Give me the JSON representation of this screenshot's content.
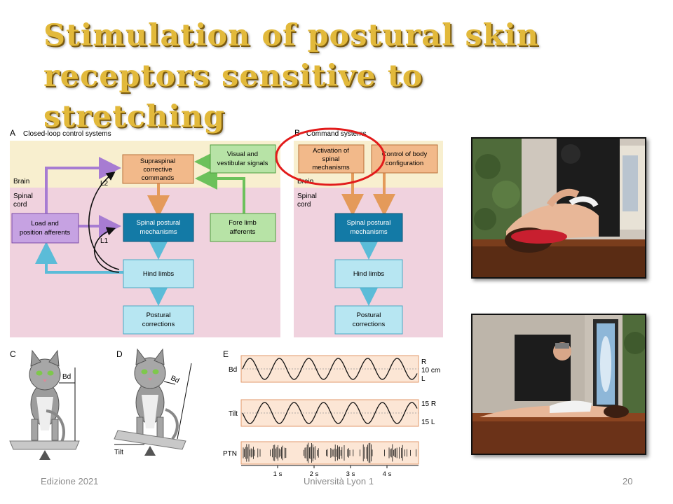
{
  "slide": {
    "title_line1": "Stimulation of postural skin",
    "title_line2": "receptors sensitive to stretching"
  },
  "panel_a": {
    "letter": "A",
    "heading": "Closed-loop control systems",
    "brain_label": "Brain",
    "spinal_label_1": "Spinal",
    "spinal_label_2": "cord",
    "supraspinal": [
      "Supraspinal",
      "corrective",
      "commands"
    ],
    "visual": [
      "Visual and",
      "vestibular signals"
    ],
    "load": [
      "Load and",
      "position afferents"
    ],
    "spinal_postural": [
      "Spinal postural",
      "mechanisms"
    ],
    "forelimb": [
      "Fore limb",
      "afferents"
    ],
    "hind_limbs": "Hind limbs",
    "postural": [
      "Postural",
      "corrections"
    ],
    "l2": "L2",
    "l1": "L1"
  },
  "panel_b": {
    "letter": "B",
    "heading": "Command systems",
    "activation": [
      "Activation of",
      "spinal",
      "mechanisms"
    ],
    "control": [
      "Control of body",
      "configuration"
    ],
    "brain_label": "Brain",
    "spinal_label_1": "Spinal",
    "spinal_label_2": "cord",
    "spinal_postural": [
      "Spinal postural",
      "mechanisms"
    ],
    "hind_limbs": "Hind limbs",
    "postural": [
      "Postural",
      "corrections"
    ]
  },
  "panel_c": {
    "letter": "C",
    "bd": "Bd"
  },
  "panel_d": {
    "letter": "D",
    "bd": "Bd",
    "tilt": "Tilt"
  },
  "panel_e": {
    "letter": "E",
    "bd_label": "Bd",
    "bd_r": "R",
    "bd_amp": "10 cm",
    "bd_l": "L",
    "tilt_label": "Tilt",
    "tilt_r": "15 R",
    "tilt_l": "15 L",
    "ptn_label": "PTN",
    "time_ticks": [
      "1 s",
      "2 s",
      "3 s",
      "4 s"
    ]
  },
  "footer": {
    "left": "Edizione 2021",
    "center": "Università Lyon 1",
    "page": "20"
  },
  "colors": {
    "brain_band": "#f8efcf",
    "spinal_band": "#f0d2de",
    "orange_box": "#f2b98a",
    "teal_box": "#137aa6",
    "cyan_box": "#b7e6f2",
    "purple_box": "#c6a2e2",
    "green_box": "#b7e3a6",
    "highlight_ellipse": "#e21b1b",
    "title_gold": "#e2b93b"
  }
}
